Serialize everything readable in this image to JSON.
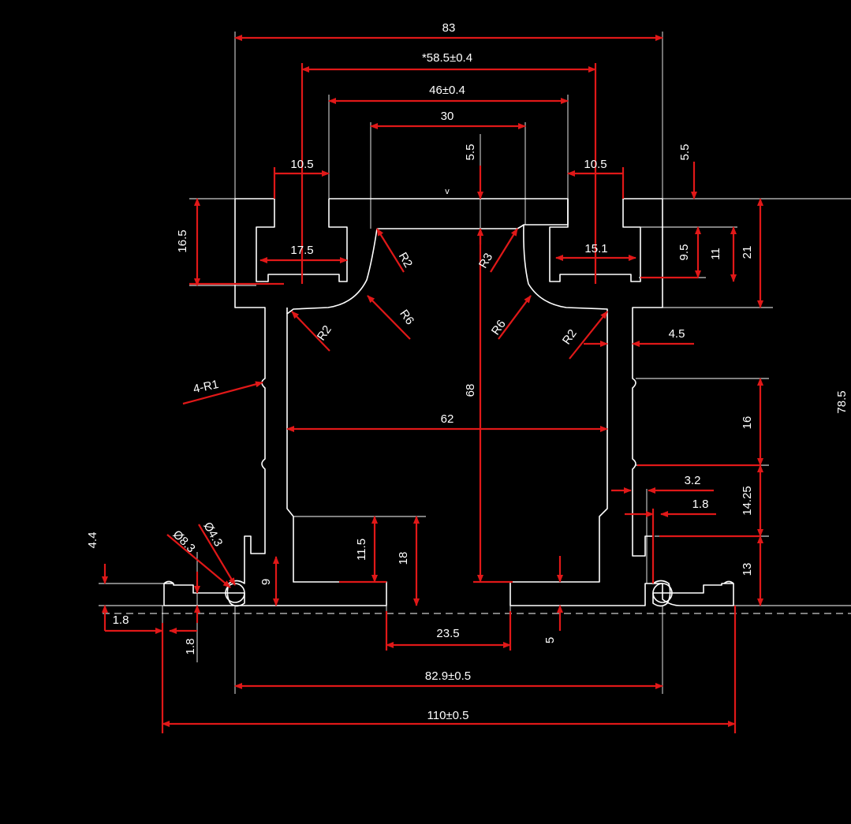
{
  "colors": {
    "background": "#000000",
    "outline": "#ffffff",
    "dimension": "#e01818",
    "text": "#ffffff"
  },
  "dims": {
    "overall_width": "83",
    "slot_pitch": "*58.5±0.4",
    "top_opening": "46±0.4",
    "inner_opening": "30",
    "top_depth": "5.5",
    "top_depth_right": "5.5",
    "left_slot_width": "10.5",
    "right_slot_width": "10.5",
    "left_slot_inner": "17.5",
    "right_slot_inner": "15.1",
    "left_height": "16.5",
    "slot_depth": "9.5",
    "slot_height": "11",
    "side_height": "21",
    "r2_a": "R2",
    "r3": "R3",
    "r6_left": "R6",
    "r6_right": "R6",
    "r2_b": "R2",
    "r2_c": "R2",
    "wall": "4.5",
    "bumps": "4-R1",
    "inner_width": "62",
    "inner_height": "68",
    "total_height": "78.5",
    "mid_16": "16",
    "mid_1425": "14.25",
    "bot_13": "13",
    "lip_32": "3.2",
    "lip_18": "1.8",
    "foot_115": "11.5",
    "foot_18": "18",
    "base_9": "9",
    "left_44": "4.4",
    "dia_83": "Ø8.3",
    "dia_43": "Ø4.3",
    "left_18a": "1.8",
    "left_18b": "1.8",
    "gap_235": "23.5",
    "base_5": "5",
    "base_width": "82.9±0.5",
    "total_width": "110±0.5",
    "small_v": "v"
  }
}
